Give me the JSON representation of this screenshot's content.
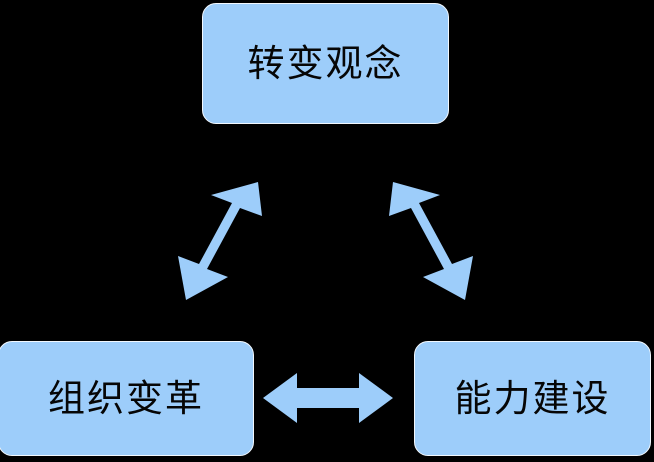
{
  "diagram": {
    "title": "",
    "background_color": "#000000",
    "node_fill_color": "#9DCDFA",
    "node_border_color": "#F2F8FE",
    "node_text_color": "#060606",
    "arrow_color": "#9DCDFA",
    "nodes": [
      {
        "id": "top",
        "label": "转变观念",
        "position": "top-center"
      },
      {
        "id": "bottom-left",
        "label": "组织变革",
        "position": "bottom-left"
      },
      {
        "id": "bottom-right",
        "label": "能力建设",
        "position": "bottom-right"
      }
    ],
    "connectors": [
      {
        "id": "left-diagonal",
        "type": "double-headed-arrow",
        "orientation": "diagonal-up-right",
        "from": "bottom-left",
        "to": "top"
      },
      {
        "id": "right-diagonal",
        "type": "double-headed-arrow",
        "orientation": "diagonal-up-left",
        "from": "bottom-right",
        "to": "top"
      },
      {
        "id": "bottom-horizontal",
        "type": "double-headed-arrow",
        "orientation": "horizontal",
        "from": "bottom-left",
        "to": "bottom-right"
      }
    ]
  }
}
